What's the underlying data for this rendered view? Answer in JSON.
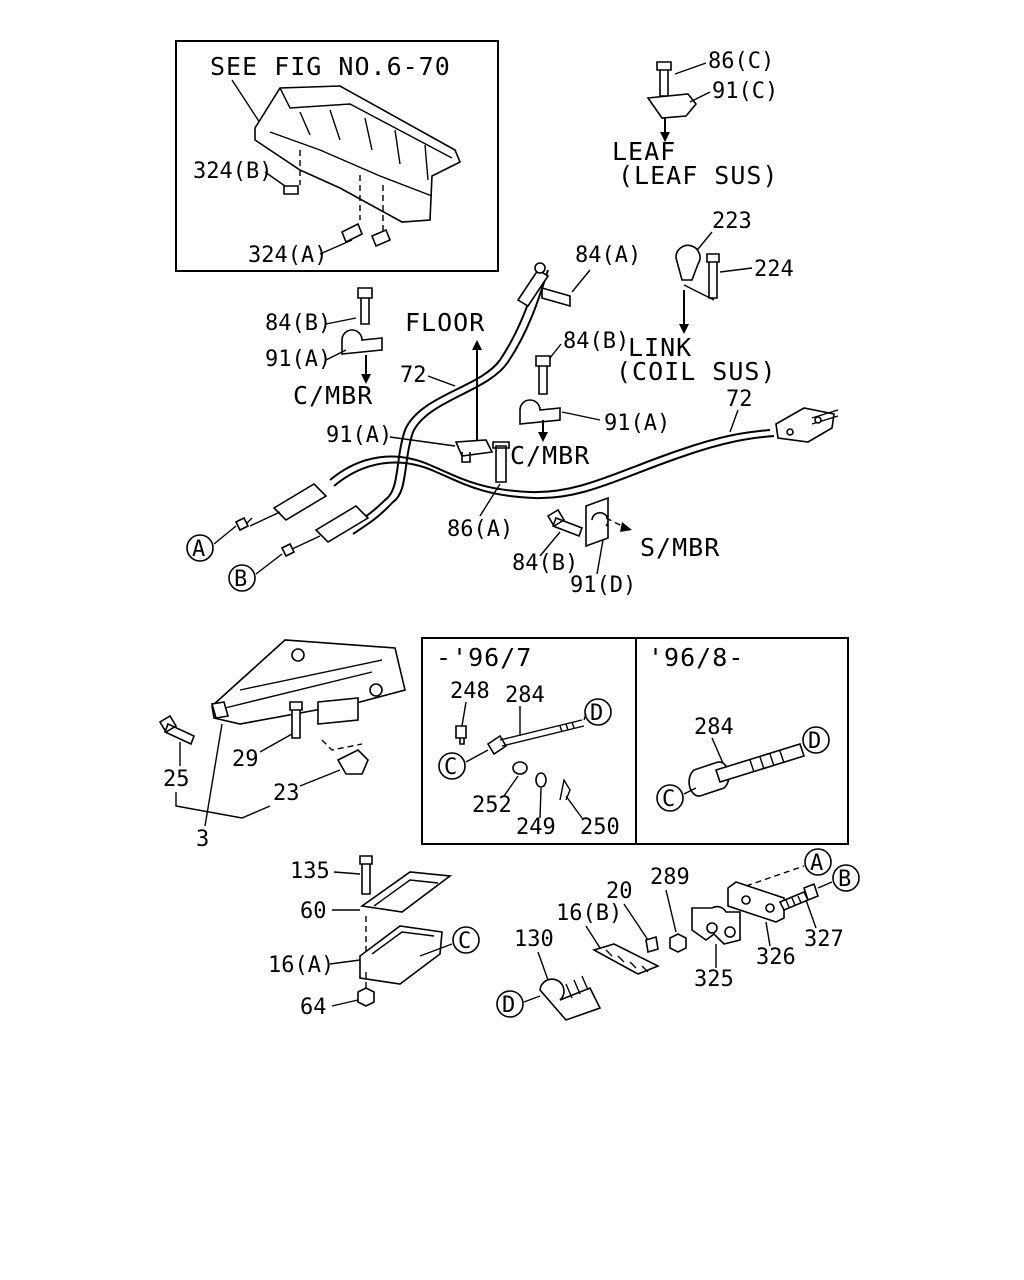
{
  "callouts": {
    "see_fig": "SEE FIG NO.6-70",
    "leaf": "LEAF",
    "leaf_sus": "(LEAF SUS)",
    "link": "LINK",
    "coil_sus": "(COIL SUS)",
    "floor": "FLOOR",
    "cmbr_upper": "C/MBR",
    "cmbr_mid": "C/MBR",
    "smbr": "S/MBR"
  },
  "inset_labels": {
    "early": "-'96/7",
    "late": "'96/8-"
  },
  "circle_refs": {
    "a_left": "A",
    "b_left": "B",
    "c_early": "C",
    "d_early": "D",
    "c_late": "C",
    "d_late": "D",
    "c_bracket": "C",
    "d_bottom": "D",
    "a_bottom": "A",
    "b_bottom": "B"
  },
  "part_numbers": {
    "p324b": "324(B)",
    "p324a": "324(A)",
    "p86c": "86(C)",
    "p91c": "91(C)",
    "p223": "223",
    "p224": "224",
    "p84a": "84(A)",
    "p84b_top": "84(B)",
    "p91a_top": "91(A)",
    "p72_left": "72",
    "p84b_mid": "84(B)",
    "p91a_right": "91(A)",
    "p72_right": "72",
    "p91a_mid": "91(A)",
    "p86a": "86(A)",
    "p84b_low": "84(B)",
    "p91d": "91(D)",
    "p29": "29",
    "p25": "25",
    "p23": "23",
    "p3": "3",
    "p248": "248",
    "p284_early": "284",
    "p252": "252",
    "p249": "249",
    "p250": "250",
    "p284_late": "284",
    "p135": "135",
    "p60": "60",
    "p16a": "16(A)",
    "p64": "64",
    "p130": "130",
    "p16b": "16(B)",
    "p20": "20",
    "p289": "289",
    "p325": "325",
    "p326": "326",
    "p327": "327"
  }
}
